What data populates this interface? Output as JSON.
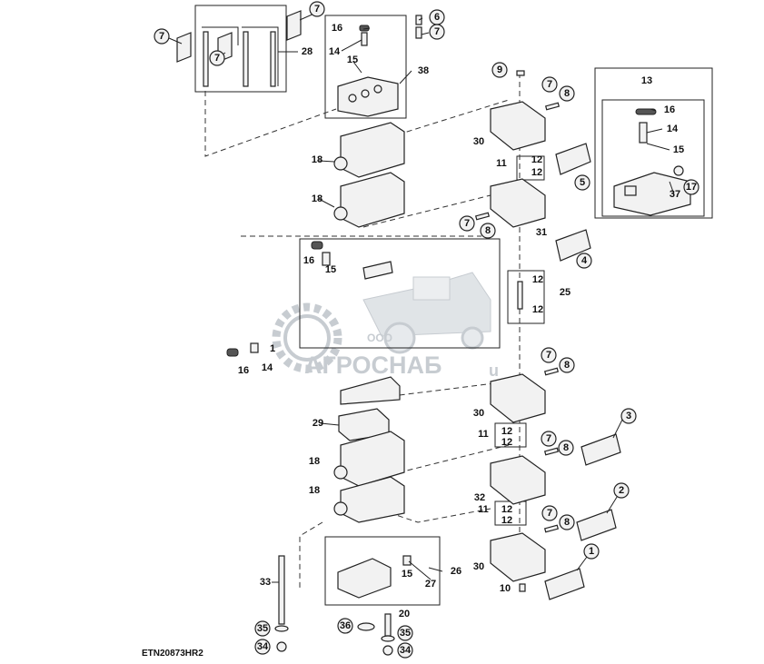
{
  "diagram": {
    "reference_code": "ETN20873HR2",
    "watermark": {
      "small": "ООО",
      "brand": "АГРОСНАБ",
      "suffix": "u"
    },
    "callouts": {
      "c1": "7",
      "c2": "7",
      "c3": "7",
      "c4": "28",
      "c5": "16",
      "c6": "14",
      "c7": "15",
      "c8": "6",
      "c9": "7",
      "c10": "38",
      "c11": "9",
      "c12": "7",
      "c13": "8",
      "c14": "13",
      "c15": "16",
      "c16": "14",
      "c17": "15",
      "c18": "37",
      "c19": "17",
      "c20": "30",
      "c21": "11",
      "c22": "12",
      "c23": "12",
      "c24": "5",
      "c25": "18",
      "c26": "18",
      "c27": "7",
      "c28": "8",
      "c29": "31",
      "c30": "4",
      "c31": "16",
      "c32": "15",
      "c33": "12",
      "c34": "12",
      "c35": "25",
      "c36": "16",
      "c37": "14",
      "c38": "7",
      "c39": "8",
      "c40": "30",
      "c41": "29",
      "c42": "11",
      "c43": "12",
      "c44": "12",
      "c45": "3",
      "c46": "7",
      "c47": "8",
      "c48": "18",
      "c49": "32",
      "c50": "2",
      "c51": "18",
      "c52": "11",
      "c53": "12",
      "c54": "12",
      "c55": "7",
      "c56": "8",
      "c57": "1",
      "c58": "30",
      "c59": "33",
      "c60": "15",
      "c61": "27",
      "c62": "26",
      "c63": "10",
      "c64": "20",
      "c65": "35",
      "c66": "36",
      "c67": "35",
      "c68": "34",
      "c69": "34",
      "c70": "1"
    }
  }
}
